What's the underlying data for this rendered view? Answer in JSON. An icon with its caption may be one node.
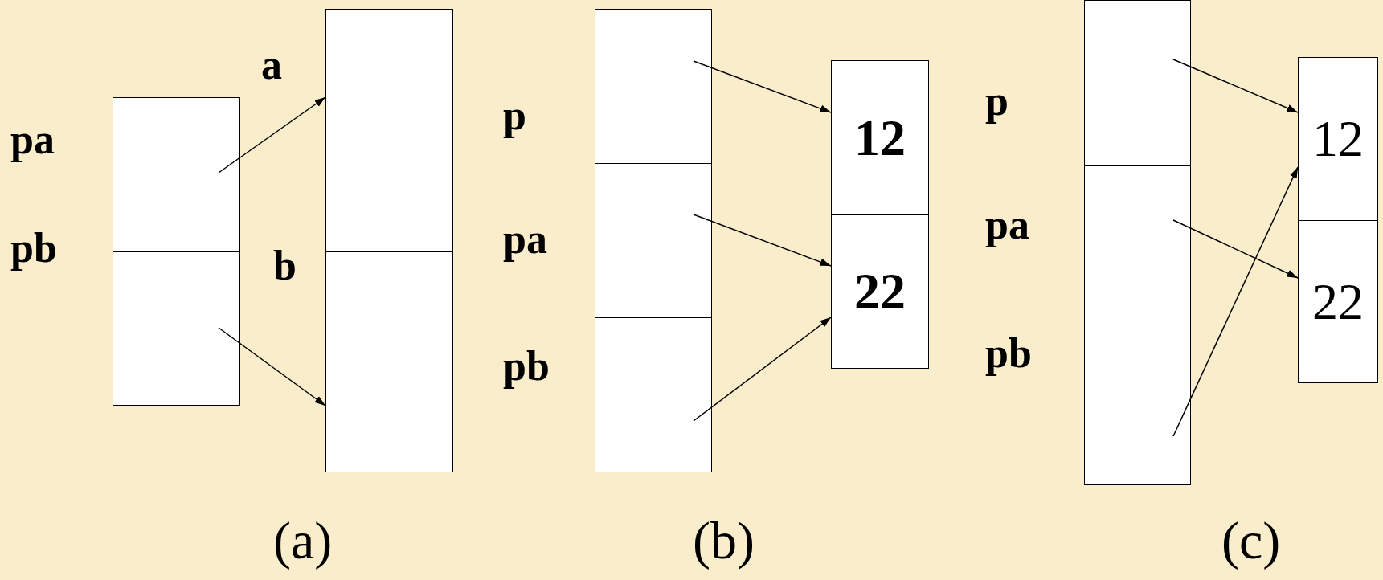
{
  "diagram": {
    "nodes": [
      {
        "text": [],
        "shape": "box",
        "beside": [
          "pa"
        ]
      },
      {
        "text": [],
        "shape": "box",
        "beside": [
          "pb"
        ]
      },
      {
        "text": [],
        "shape": "box",
        "beside": [
          "a"
        ]
      },
      {
        "text": [],
        "shape": "box",
        "beside": [
          "b"
        ]
      },
      {
        "text": [],
        "shape": "box",
        "beside": [
          "p"
        ]
      },
      {
        "text": [],
        "shape": "box",
        "beside": [
          "pa"
        ]
      },
      {
        "text": [],
        "shape": "box",
        "beside": [
          "pb"
        ]
      },
      {
        "text": [
          "12"
        ]
      },
      {
        "text": [
          "22"
        ]
      },
      {
        "text": [],
        "shape": "box",
        "beside": [
          "p"
        ]
      },
      {
        "text": [],
        "shape": "box",
        "beside": [
          "pa"
        ]
      },
      {
        "text": [],
        "shape": "box",
        "beside": [
          "pb"
        ]
      },
      {
        "text": [
          "12"
        ]
      },
      {
        "text": [
          "22"
        ]
      }
    ],
    "edges": [
      {
        "from": 0,
        "to": 2,
        "arrow": "to"
      },
      {
        "from": 1,
        "to": 3,
        "arrow": "to"
      },
      {
        "from": 4,
        "to": 7,
        "arrow": "to"
      },
      {
        "from": 5,
        "to": 8,
        "arrow": "to"
      },
      {
        "from": 6,
        "to": 8,
        "arrow": "to"
      },
      {
        "from": 9,
        "to": 12,
        "arrow": "to"
      },
      {
        "from": 10,
        "to": 13,
        "arrow": "to"
      },
      {
        "from": 11,
        "to": 12,
        "arrow": "to"
      }
    ],
    "labels": [
      "(a)",
      "(b)",
      "(c)"
    ]
  }
}
